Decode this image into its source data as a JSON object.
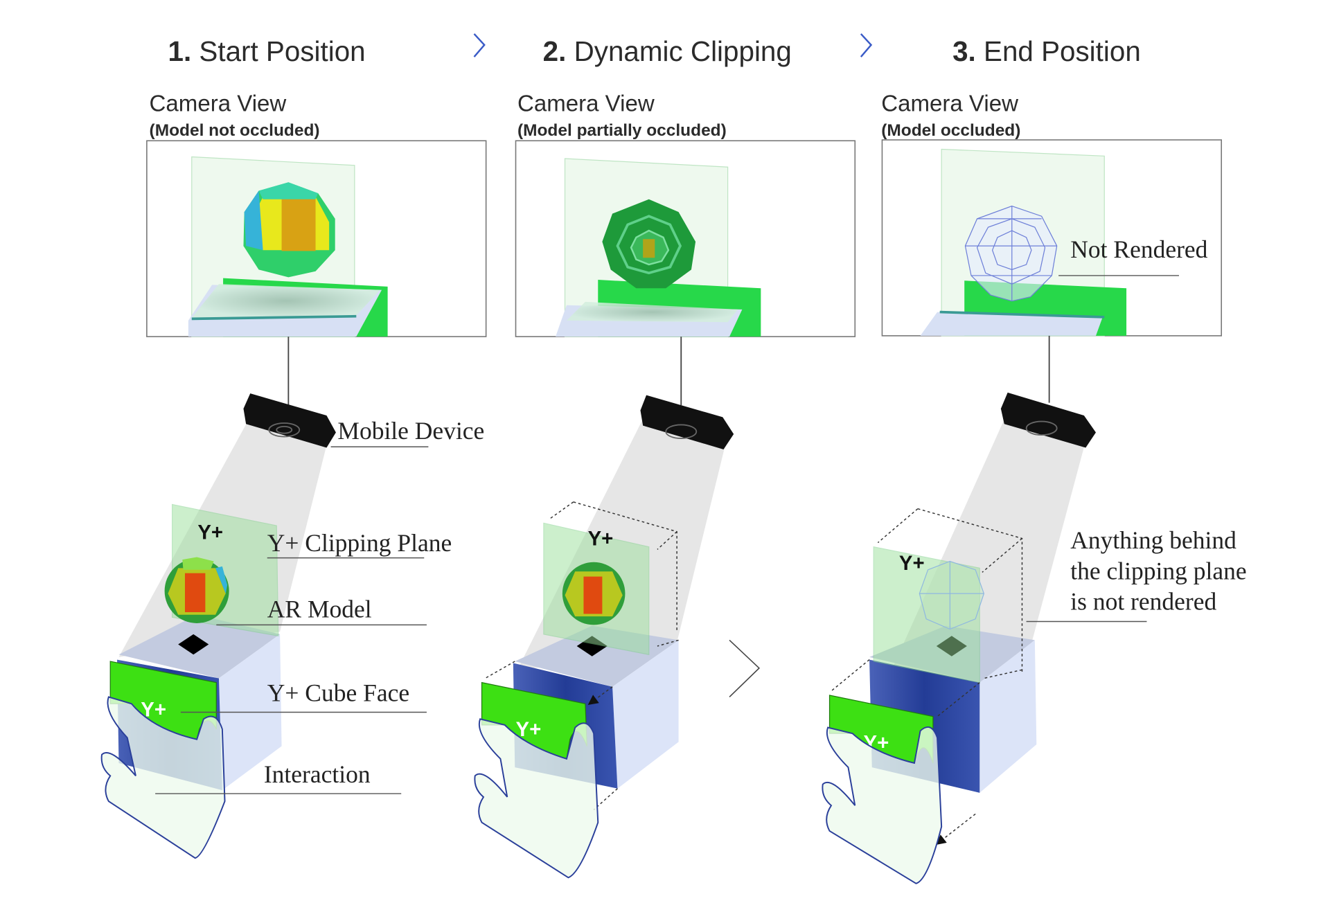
{
  "steps": [
    {
      "number": "1.",
      "title": "Start Position",
      "camera_label": "Camera View",
      "camera_sub": "(Model not occluded)"
    },
    {
      "number": "2.",
      "title": "Dynamic Clipping",
      "camera_label": "Camera View",
      "camera_sub": "(Model partially occluded)"
    },
    {
      "number": "3.",
      "title": "End Position",
      "camera_label": "Camera View",
      "camera_sub": "(Model occluded)"
    }
  ],
  "annotations": {
    "mobile_device": "Mobile Device",
    "clipping_plane": "Y+ Clipping Plane",
    "ar_model": "AR Model",
    "cube_face": "Y+ Cube Face",
    "interaction": "Interaction",
    "not_rendered": "Not Rendered",
    "behind_line1": "Anything behind",
    "behind_line2": "the clipping plane",
    "behind_line3": "is not rendered"
  },
  "face_label": "Y+",
  "colors": {
    "face_green": "#3de013",
    "plane_green": "#9be09b",
    "cube_blue": "#2c47a0",
    "chevron": "#3a5bc7"
  },
  "icons": [
    "chevron-right-icon",
    "mobile-device-icon",
    "ar-sphere-model",
    "hand-icon",
    "cube-icon"
  ]
}
